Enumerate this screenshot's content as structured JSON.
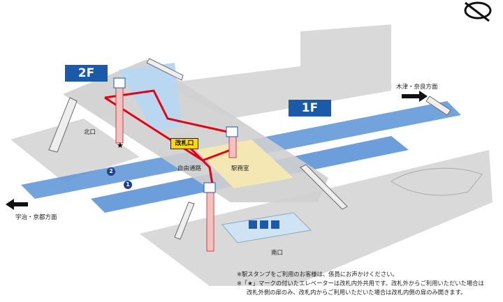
{
  "floors": {
    "upper": "2F",
    "ground": "1F"
  },
  "labels": {
    "north_exit": "北口",
    "south_exit": "南口",
    "ticket_gate": "改札口",
    "free_passage": "自由通路",
    "station_office": "駅務室",
    "direction_up": "木津・奈良方面",
    "direction_down": "宇治・京都方面"
  },
  "tracks": {
    "track1": "1",
    "track2": "2"
  },
  "notes": {
    "line1": "※駅スタンプをご利用のお客様は、係員にお声かけください。",
    "line2": "※「★」マークの付いたエレベーターは改札内外共用です。改札外からご利用いただいた場合は",
    "line3": "改札外側の扉のみ、改札内からご利用いただいた場合は改札内側の扉のみ開きます。"
  },
  "colors": {
    "platform": "#5b93d6",
    "concourse_floor": "#d9d9d9",
    "gate_highlight": "#ffd800",
    "route_line": "#e60012",
    "floor_badge": "#1a5aa8",
    "office_area": "#f3e7b3"
  }
}
